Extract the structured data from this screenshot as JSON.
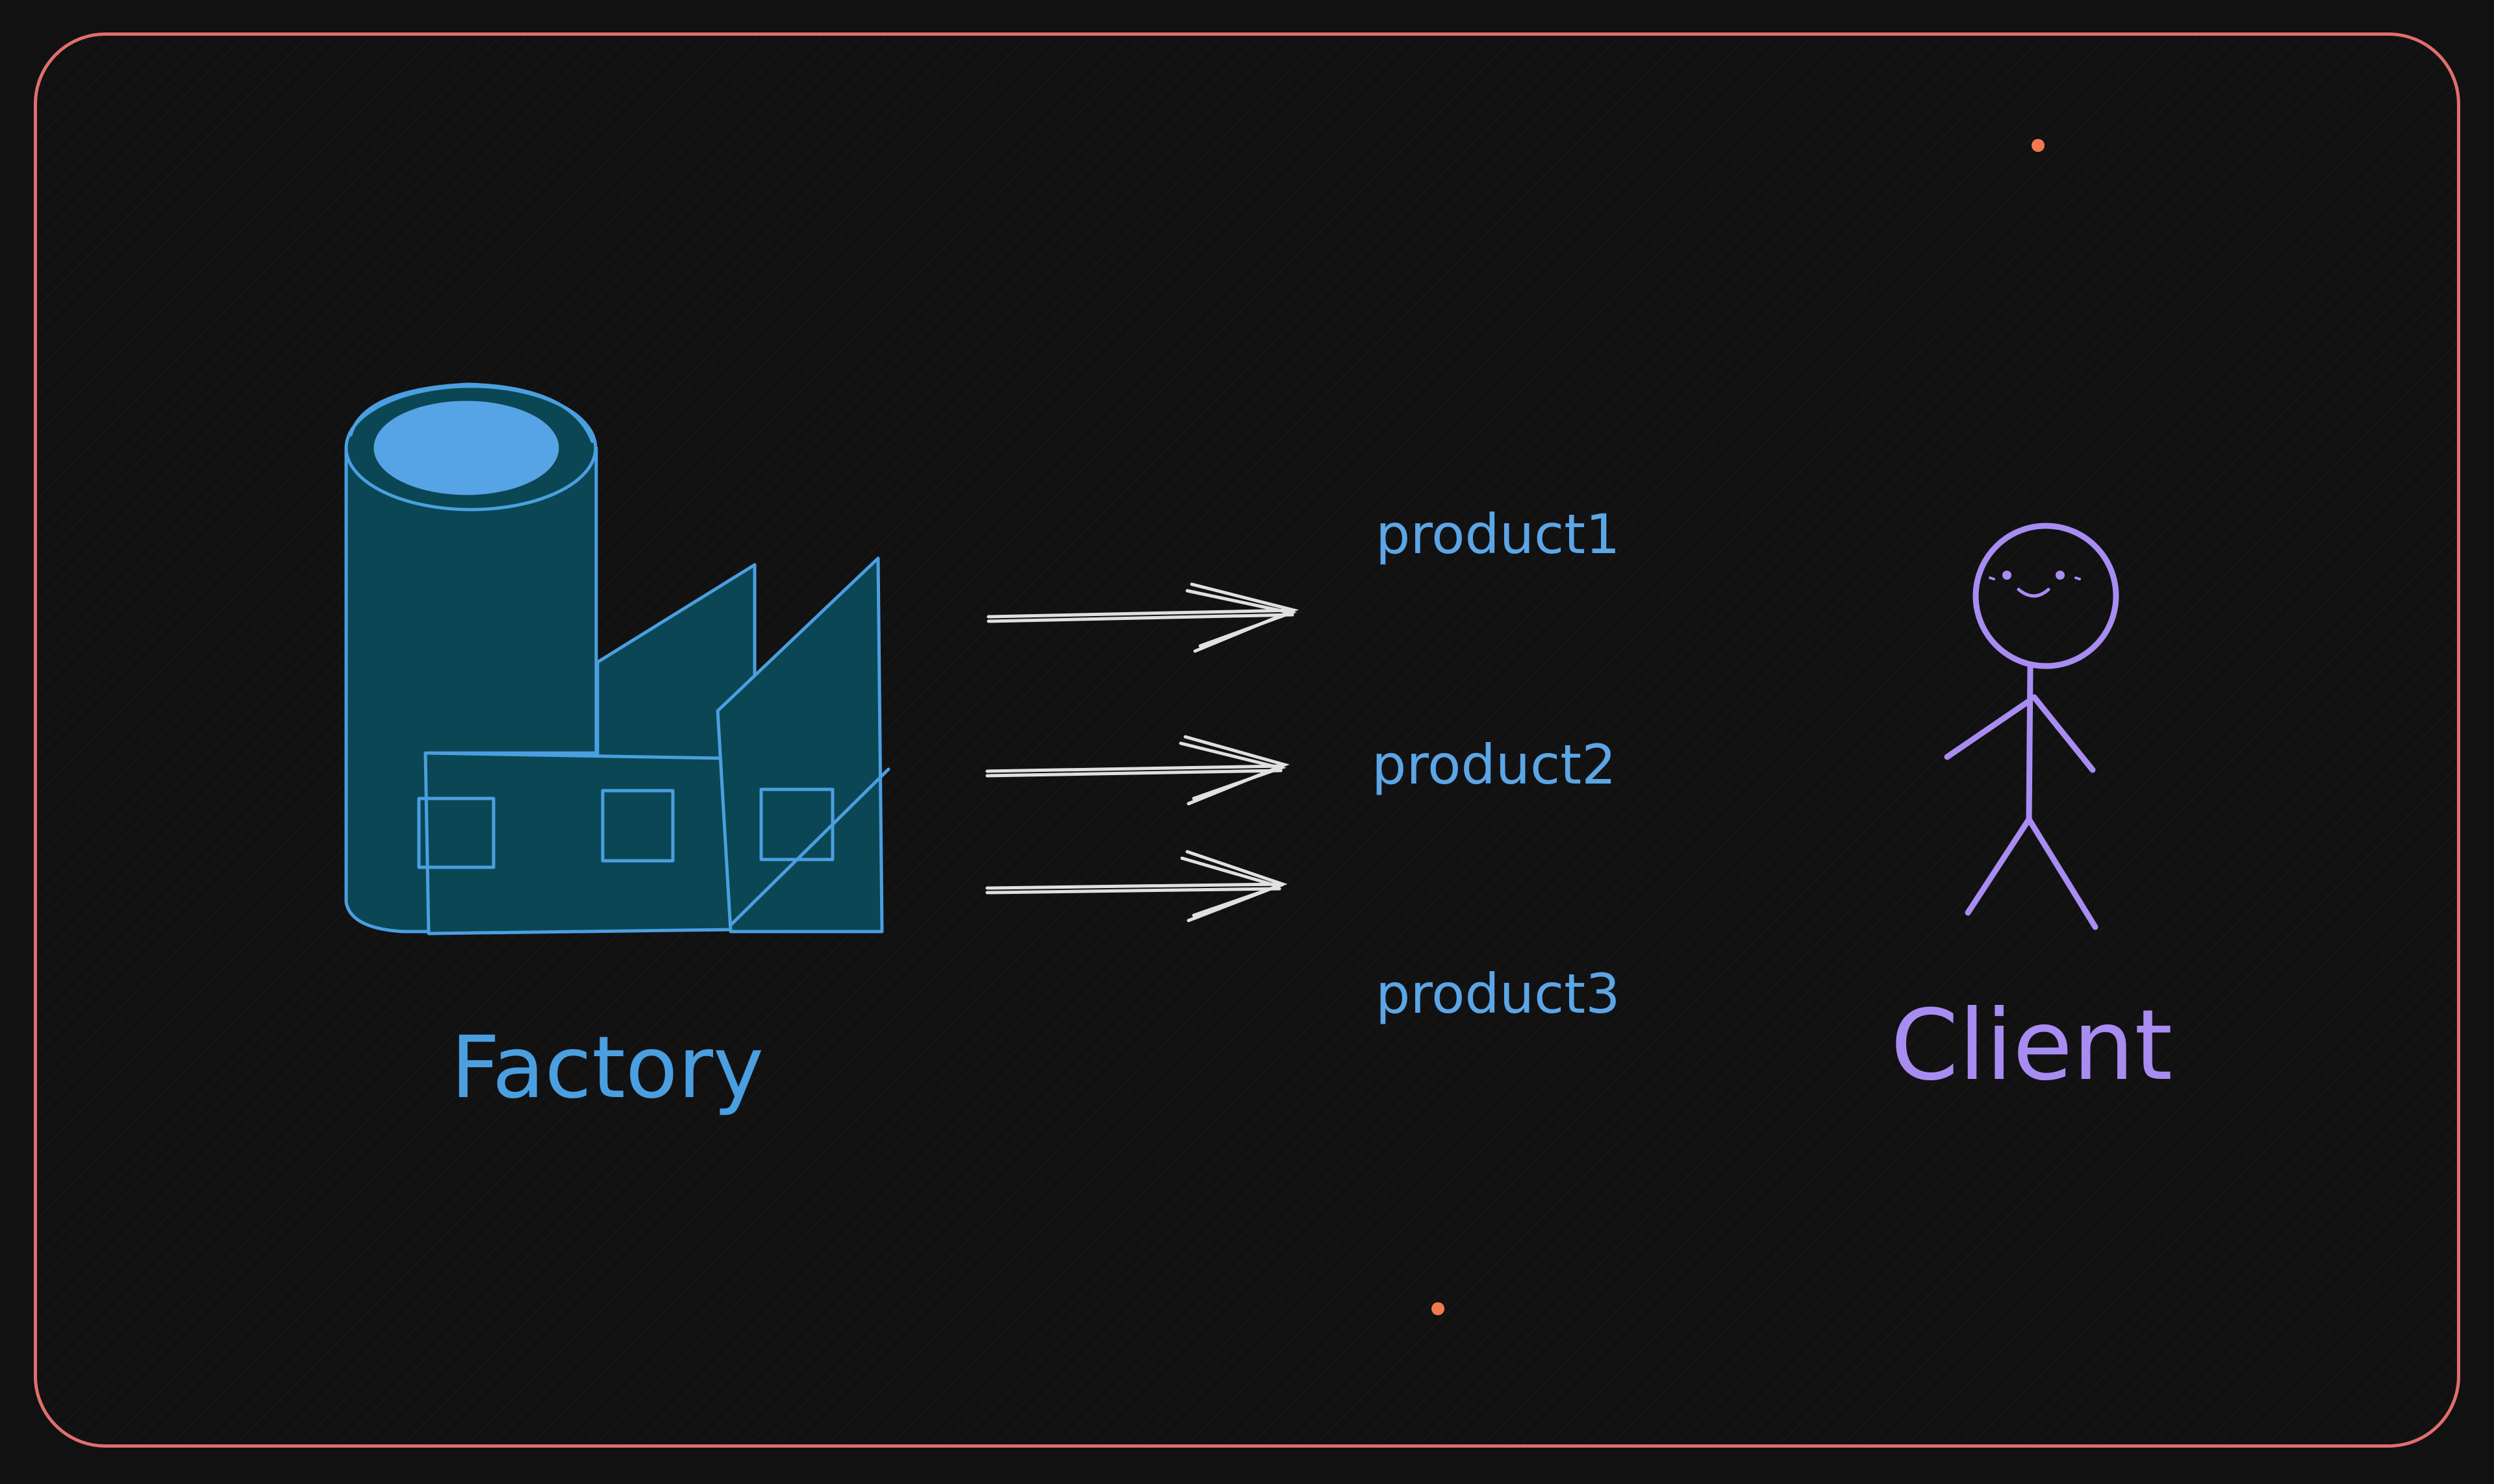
{
  "labels": {
    "factory": "Factory",
    "client": "Client",
    "product1": "product1",
    "product2": "product2",
    "product3": "product3"
  },
  "colors": {
    "background": "#121112",
    "frame": "#e06f6c",
    "factory_stroke": "#4a9fe0",
    "factory_fill": "#0b4654",
    "factory_top": "#56a3e6",
    "product_text": "#5ba6e6",
    "arrow": "#e0e0e0",
    "client": "#a98cf2",
    "handle_dot": "#f07a50"
  },
  "icons": {
    "factory": "factory-icon",
    "client": "stick-figure-icon",
    "arrows": "arrow-right-icon"
  }
}
